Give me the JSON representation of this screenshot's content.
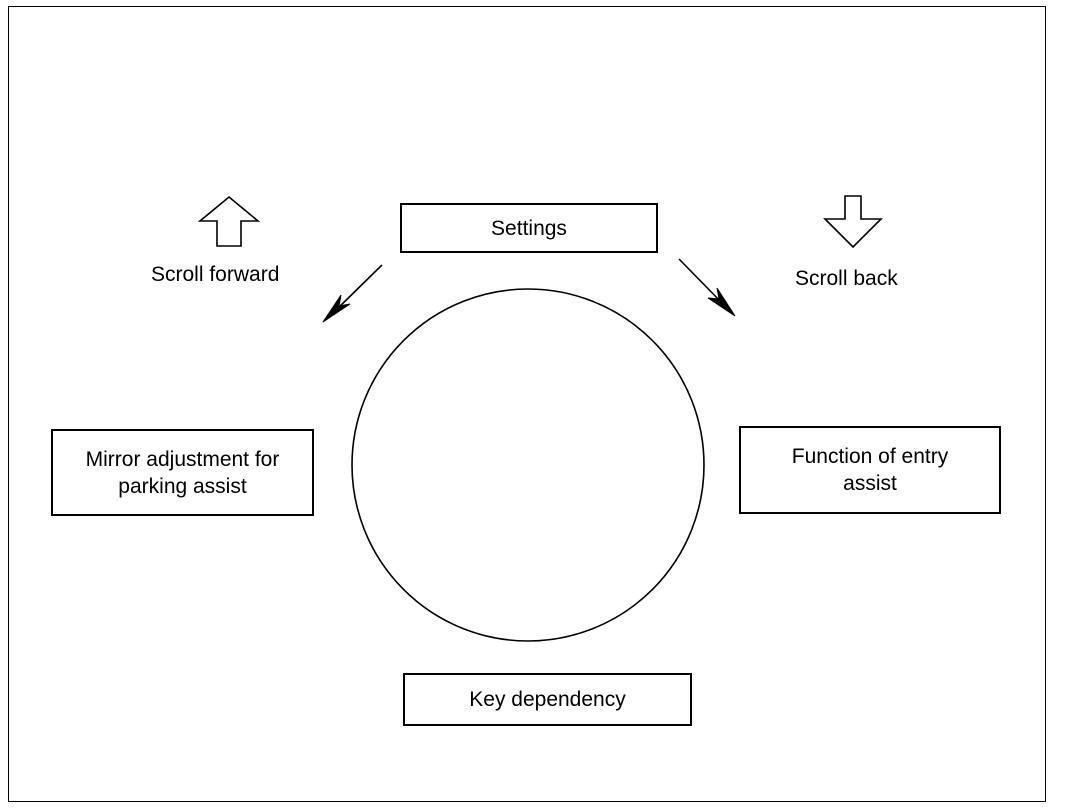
{
  "diagram": {
    "settings_label": "Settings",
    "scroll_forward_label": "Scroll forward",
    "scroll_back_label": "Scroll back",
    "mirror_label": "Mirror adjustment for\nparking assist",
    "entry_assist_label": "Function of entry\nassist",
    "key_dependency_label": "Key dependency",
    "scroll_forward_icon": "up-arrow-outline-icon",
    "scroll_back_icon": "down-arrow-outline-icon"
  }
}
